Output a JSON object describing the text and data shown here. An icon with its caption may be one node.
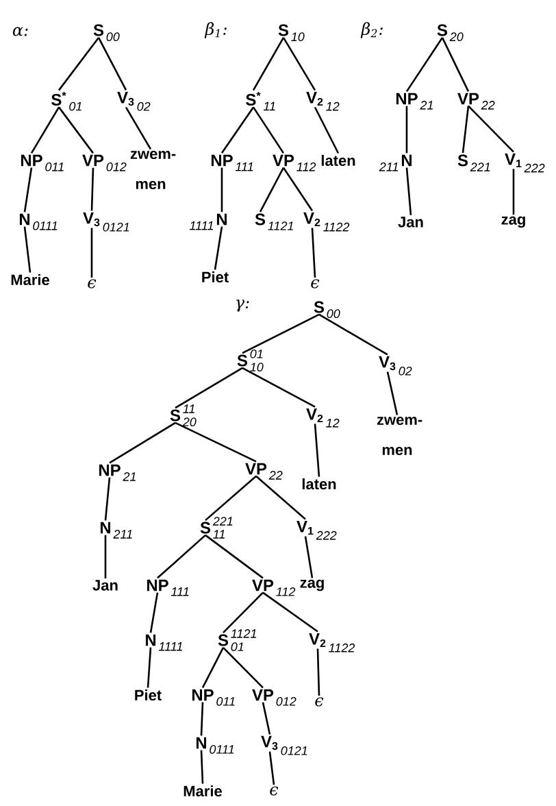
{
  "diagram": {
    "nodes": [
      {
        "text": [
          "S"
        ],
        "beside": [
          "00"
        ]
      },
      {
        "text": [
          "S$^{*}$"
        ],
        "beside": [
          "01"
        ]
      },
      {
        "text": [
          "V$_{3}$"
        ],
        "beside": [
          "02"
        ]
      },
      {
        "text": [
          "NP"
        ],
        "beside": [
          "011"
        ]
      },
      {
        "text": [
          "VP"
        ],
        "beside": [
          "012"
        ]
      },
      {
        "text": [
          "zwem- men"
        ]
      },
      {
        "text": [
          "N"
        ],
        "beside": [
          "0111"
        ]
      },
      {
        "text": [
          "V$_{3}$"
        ],
        "beside": [
          "0121"
        ]
      },
      {
        "text": [
          "Marie"
        ]
      },
      {
        "text": [
          "ϵ"
        ]
      },
      {
        "text": [
          "S"
        ],
        "beside": [
          "10"
        ]
      },
      {
        "text": [
          "S$^{*}$"
        ],
        "beside": [
          "11"
        ]
      },
      {
        "text": [
          "V$_{2}$"
        ],
        "beside": [
          "12"
        ]
      },
      {
        "text": [
          "NP"
        ],
        "beside": [
          "111"
        ]
      },
      {
        "text": [
          "VP"
        ],
        "beside": [
          "112"
        ]
      },
      {
        "text": [
          "laten"
        ]
      },
      {
        "text": [
          "N"
        ],
        "beside": [
          "1111"
        ]
      },
      {
        "text": [
          "S"
        ],
        "beside": [
          "1121"
        ]
      },
      {
        "text": [
          "V$_{2}$"
        ],
        "beside": [
          "1122"
        ]
      },
      {
        "text": [
          "Piet"
        ]
      },
      {
        "text": [
          "ϵ"
        ]
      },
      {
        "text": [
          "S"
        ],
        "beside": [
          "20"
        ]
      },
      {
        "text": [
          "NP"
        ],
        "beside": [
          "21"
        ]
      },
      {
        "text": [
          "VP"
        ],
        "beside": [
          "22"
        ]
      },
      {
        "text": [
          "N"
        ],
        "beside": [
          "211"
        ]
      },
      {
        "text": [
          "S"
        ],
        "beside": [
          "221"
        ]
      },
      {
        "text": [
          "V$_{1}$"
        ],
        "beside": [
          "222"
        ]
      },
      {
        "text": [
          "Jan"
        ]
      },
      {
        "text": [
          "zag"
        ]
      },
      {
        "text": [
          "S"
        ],
        "beside": [
          "00"
        ]
      },
      {
        "text": [
          "S"
        ],
        "beside": [
          "01",
          "10"
        ]
      },
      {
        "text": [
          "V$_{3}$"
        ],
        "beside": [
          "02"
        ]
      },
      {
        "text": [
          "S"
        ],
        "beside": [
          "11",
          "20"
        ]
      },
      {
        "text": [
          "V$_{2}$"
        ],
        "beside": [
          "12"
        ]
      },
      {
        "text": [
          "zwem- men"
        ]
      },
      {
        "text": [
          "NP"
        ],
        "beside": [
          "21"
        ]
      },
      {
        "text": [
          "VP"
        ],
        "beside": [
          "22"
        ]
      },
      {
        "text": [
          "laten"
        ]
      },
      {
        "text": [
          "N"
        ],
        "beside": [
          "211"
        ]
      },
      {
        "text": [
          "S"
        ],
        "beside": [
          "221",
          "11"
        ]
      },
      {
        "text": [
          "V$_{1}$"
        ],
        "beside": [
          "222"
        ]
      },
      {
        "text": [
          "Jan"
        ]
      },
      {
        "text": [
          "NP"
        ],
        "beside": [
          "111"
        ]
      },
      {
        "text": [
          "VP"
        ],
        "beside": [
          "112"
        ]
      },
      {
        "text": [
          "zag"
        ]
      },
      {
        "text": [
          "N"
        ],
        "beside": [
          "1111"
        ]
      },
      {
        "text": [
          "S"
        ],
        "beside": [
          "1121",
          "01"
        ]
      },
      {
        "text": [
          "V$_{2}$"
        ],
        "beside": [
          "1122"
        ]
      },
      {
        "text": [
          "Piet"
        ]
      },
      {
        "text": [
          "NP"
        ],
        "beside": [
          "011"
        ]
      },
      {
        "text": [
          "VP"
        ],
        "beside": [
          "012"
        ]
      },
      {
        "text": [
          "ϵ"
        ]
      },
      {
        "text": [
          "N"
        ],
        "beside": [
          "0111"
        ]
      },
      {
        "text": [
          "V$_{3}$"
        ],
        "beside": [
          "0121"
        ]
      },
      {
        "text": [
          "Marie"
        ]
      },
      {
        "text": [
          "ϵ"
        ]
      }
    ],
    "edges": [
      {
        "from": 0,
        "to": 1,
        "arrow": "none"
      },
      {
        "from": 0,
        "to": 2,
        "arrow": "none"
      },
      {
        "from": 1,
        "to": 3,
        "arrow": "none"
      },
      {
        "from": 1,
        "to": 4,
        "arrow": "none"
      },
      {
        "from": 2,
        "to": 5,
        "arrow": "none"
      },
      {
        "from": 3,
        "to": 6,
        "arrow": "none"
      },
      {
        "from": 4,
        "to": 7,
        "arrow": "none"
      },
      {
        "from": 6,
        "to": 8,
        "arrow": "none"
      },
      {
        "from": 7,
        "to": 9,
        "arrow": "none"
      },
      {
        "from": 10,
        "to": 11,
        "arrow": "none"
      },
      {
        "from": 10,
        "to": 12,
        "arrow": "none"
      },
      {
        "from": 11,
        "to": 13,
        "arrow": "none"
      },
      {
        "from": 11,
        "to": 14,
        "arrow": "none"
      },
      {
        "from": 12,
        "to": 15,
        "arrow": "none"
      },
      {
        "from": 13,
        "to": 16,
        "arrow": "none"
      },
      {
        "from": 14,
        "to": 17,
        "arrow": "none"
      },
      {
        "from": 14,
        "to": 18,
        "arrow": "none"
      },
      {
        "from": 16,
        "to": 19,
        "arrow": "none"
      },
      {
        "from": 18,
        "to": 20,
        "arrow": "none"
      },
      {
        "from": 21,
        "to": 22,
        "arrow": "none"
      },
      {
        "from": 21,
        "to": 23,
        "arrow": "none"
      },
      {
        "from": 22,
        "to": 24,
        "arrow": "none"
      },
      {
        "from": 23,
        "to": 25,
        "arrow": "none"
      },
      {
        "from": 23,
        "to": 26,
        "arrow": "none"
      },
      {
        "from": 24,
        "to": 27,
        "arrow": "none"
      },
      {
        "from": 26,
        "to": 28,
        "arrow": "none"
      },
      {
        "from": 29,
        "to": 30,
        "arrow": "none"
      },
      {
        "from": 29,
        "to": 31,
        "arrow": "none"
      },
      {
        "from": 30,
        "to": 32,
        "arrow": "none"
      },
      {
        "from": 30,
        "to": 33,
        "arrow": "none"
      },
      {
        "from": 31,
        "to": 34,
        "arrow": "none"
      },
      {
        "from": 32,
        "to": 35,
        "arrow": "none"
      },
      {
        "from": 32,
        "to": 36,
        "arrow": "none"
      },
      {
        "from": 33,
        "to": 37,
        "arrow": "none"
      },
      {
        "from": 35,
        "to": 38,
        "arrow": "none"
      },
      {
        "from": 36,
        "to": 39,
        "arrow": "none"
      },
      {
        "from": 36,
        "to": 40,
        "arrow": "none"
      },
      {
        "from": 38,
        "to": 41,
        "arrow": "none"
      },
      {
        "from": 39,
        "to": 42,
        "arrow": "none"
      },
      {
        "from": 39,
        "to": 43,
        "arrow": "none"
      },
      {
        "from": 40,
        "to": 44,
        "arrow": "none"
      },
      {
        "from": 42,
        "to": 45,
        "arrow": "none"
      },
      {
        "from": 43,
        "to": 46,
        "arrow": "none"
      },
      {
        "from": 43,
        "to": 47,
        "arrow": "none"
      },
      {
        "from": 45,
        "to": 48,
        "arrow": "none"
      },
      {
        "from": 46,
        "to": 49,
        "arrow": "none"
      },
      {
        "from": 46,
        "to": 50,
        "arrow": "none"
      },
      {
        "from": 47,
        "to": 51,
        "arrow": "none"
      },
      {
        "from": 49,
        "to": 52,
        "arrow": "none"
      },
      {
        "from": 50,
        "to": 53,
        "arrow": "none"
      },
      {
        "from": 52,
        "to": 54,
        "arrow": "none"
      },
      {
        "from": 53,
        "to": 55,
        "arrow": "none"
      }
    ],
    "labels": [
      "α:",
      "β$_{1}$:",
      "β$_{2}$:",
      "γ:"
    ]
  }
}
